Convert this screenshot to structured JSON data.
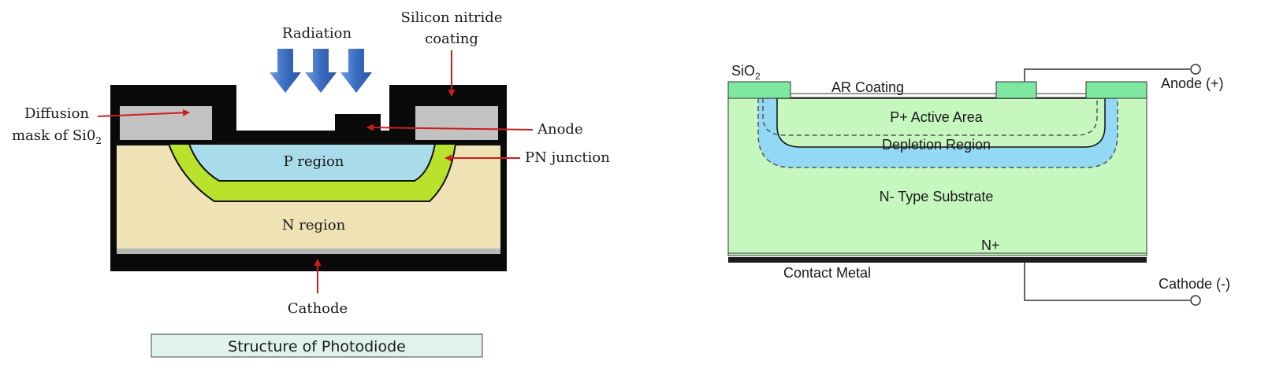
{
  "left_diagram": {
    "radiation_label": "Radiation",
    "nitride_label_line1": "Silicon nitride",
    "nitride_label_line2": "coating",
    "mask_label_line1": "Diffusion",
    "mask_label_line2_prefix": "mask of Si0",
    "mask_label_line2_sub": "2",
    "anode_label": "Anode",
    "pn_junction_label": "PN junction",
    "p_region_label": "P region",
    "n_region_label": "N region",
    "cathode_label": "Cathode",
    "caption": "Structure of Photodiode",
    "colors": {
      "encapsulation": "#0a0a0a",
      "oxide_mask": "#c2c2c2",
      "p_region": "#a8dcea",
      "junction": "#b9e22c",
      "n_region": "#efe2b4",
      "arrow_blue": "#3a6cc0",
      "pointer_red": "#cc1e1e",
      "caption_bg": "#dff2ee"
    }
  },
  "right_diagram": {
    "sio2_label_prefix": "SiO",
    "sio2_label_sub": "2",
    "ar_coating_label": "AR Coating",
    "anode_label": "Anode (+)",
    "p_active_label": "P+ Active Area",
    "depletion_label": "Depletion Region",
    "substrate_label": "N- Type Substrate",
    "n_plus_label": "N+",
    "contact_metal_label": "Contact Metal",
    "cathode_label": "Cathode (-)",
    "colors": {
      "substrate": "#c5f7bf",
      "oxide": "#7ee8a0",
      "depletion": "#93d8f5",
      "metal": "#1c1c1c"
    }
  }
}
